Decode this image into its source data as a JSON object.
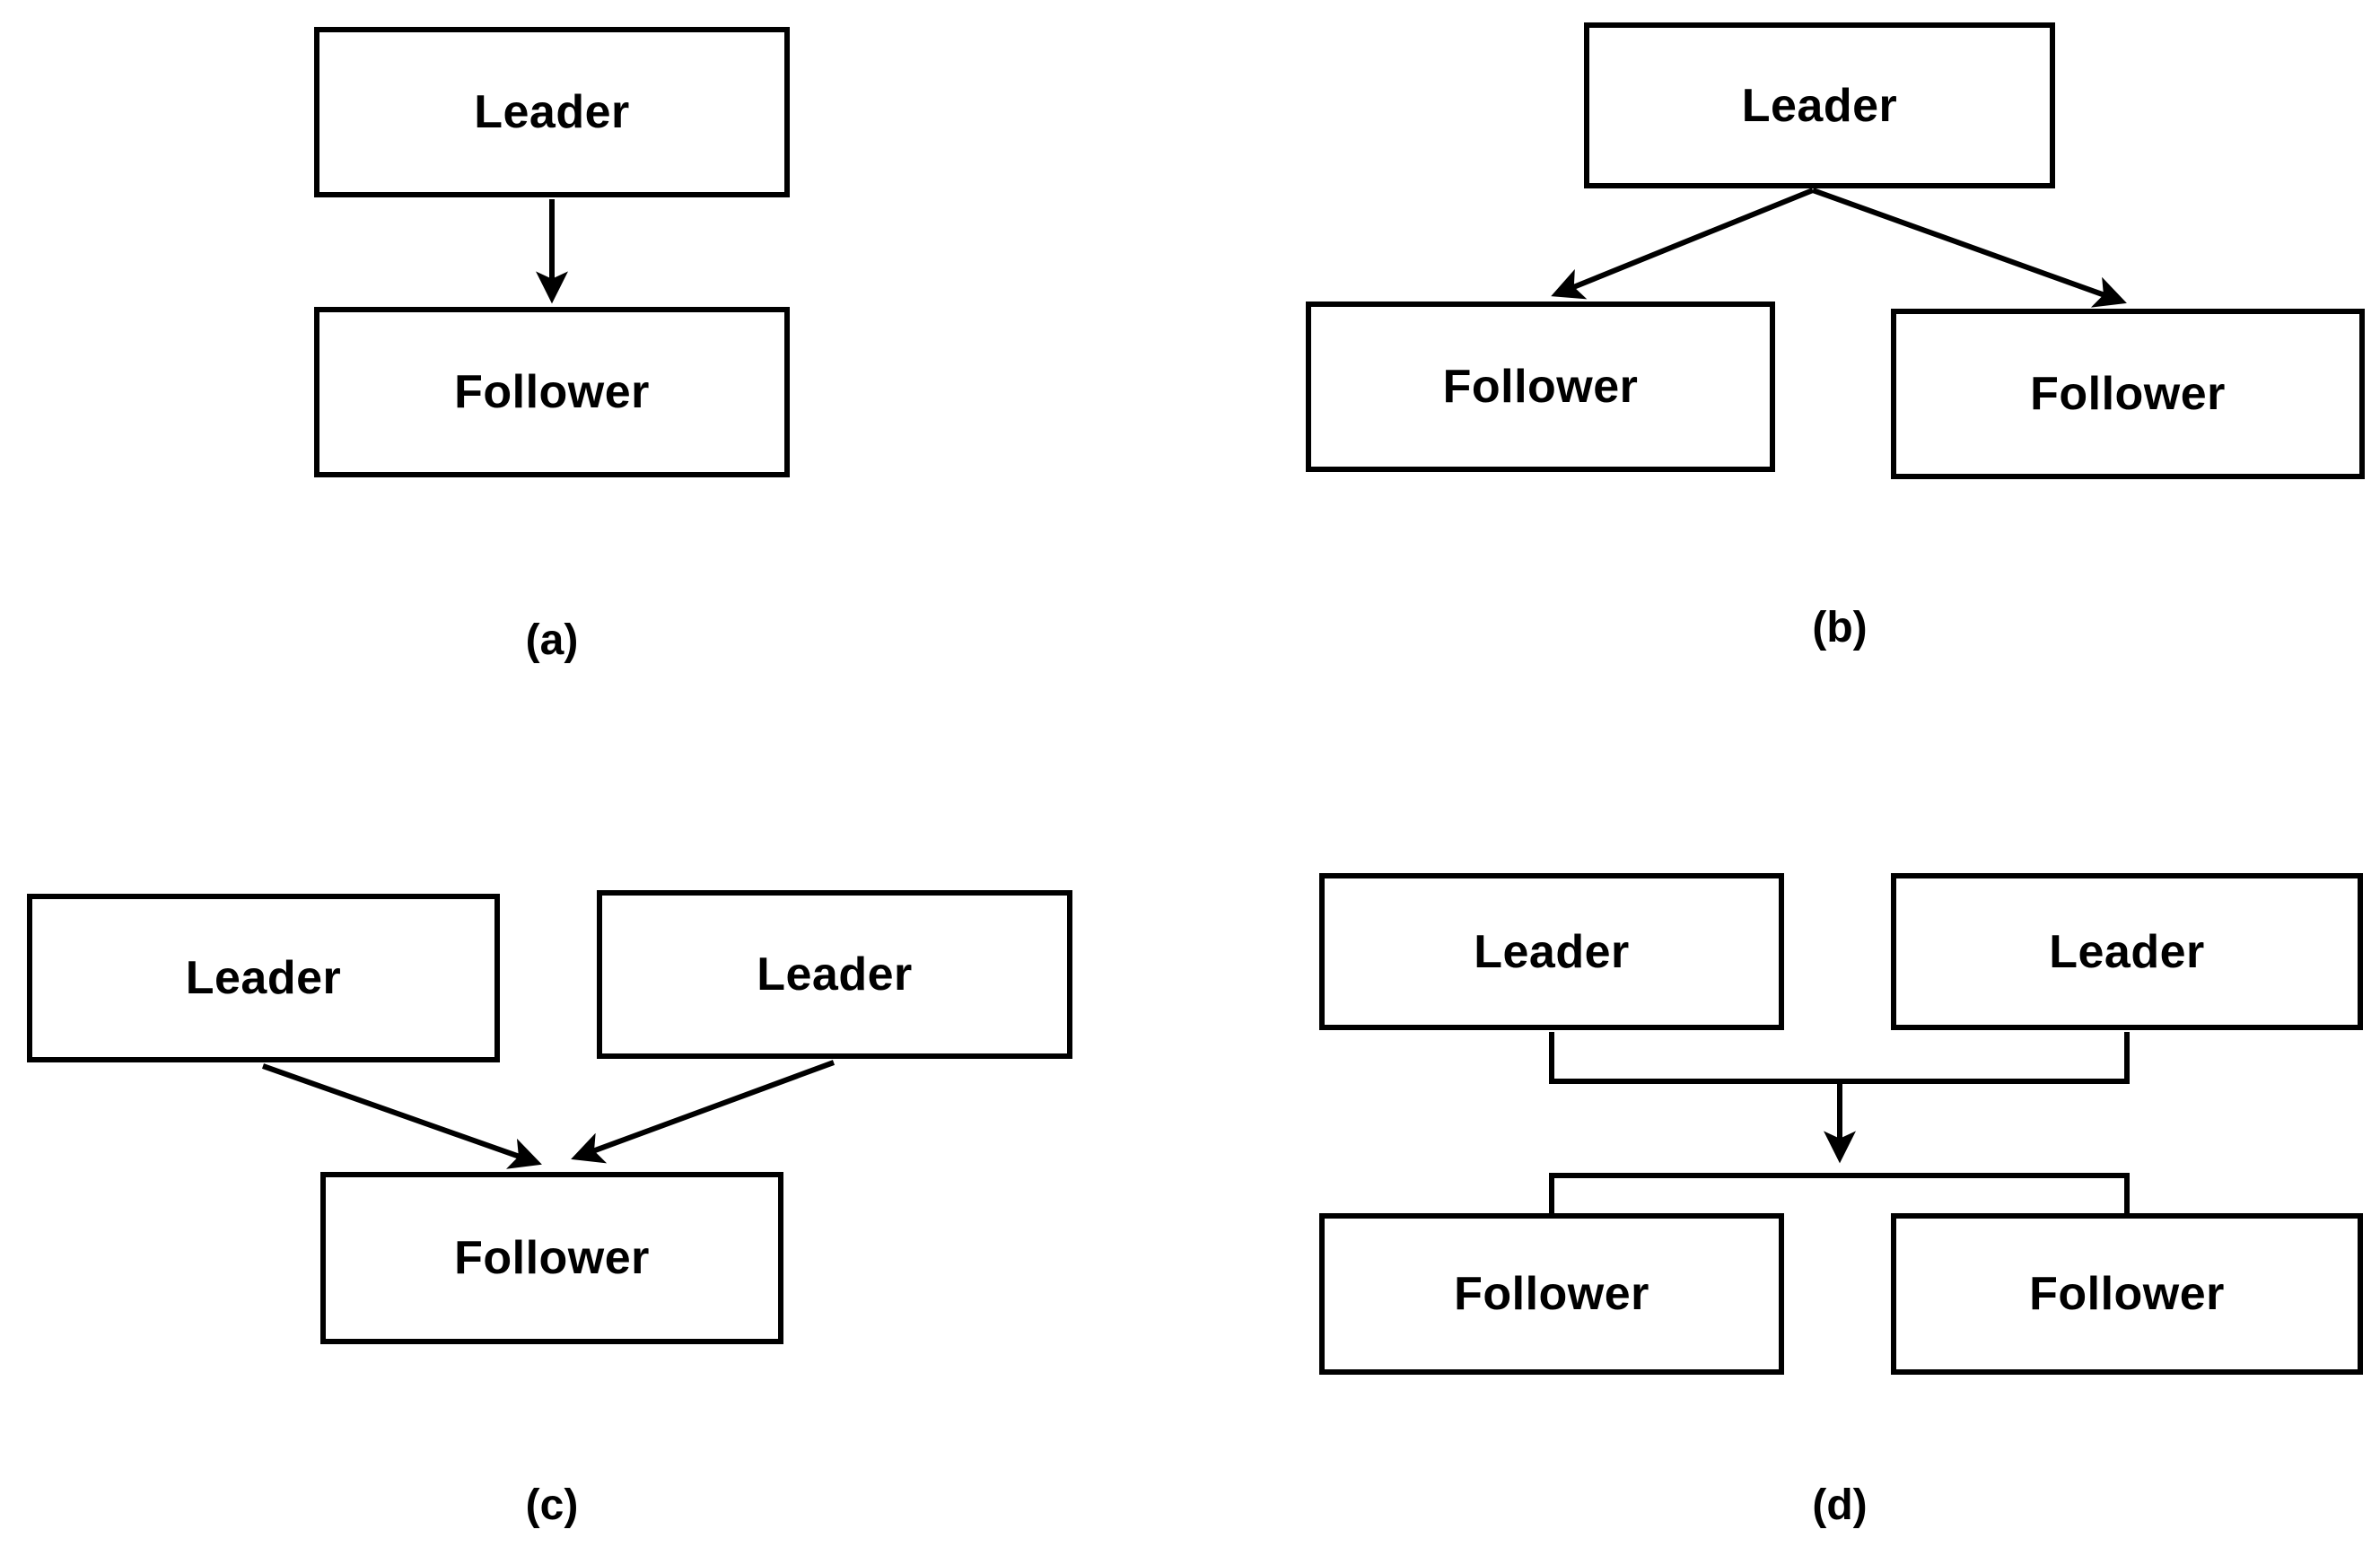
{
  "colors": {
    "background": "#ffffff",
    "stroke": "#000000",
    "text": "#000000"
  },
  "panels": {
    "a": {
      "caption": "(a)",
      "boxes": [
        {
          "role": "leader",
          "label": "Leader"
        },
        {
          "role": "follower",
          "label": "Follower"
        }
      ]
    },
    "b": {
      "caption": "(b)",
      "boxes": [
        {
          "role": "leader",
          "label": "Leader"
        },
        {
          "role": "follower",
          "label": "Follower"
        },
        {
          "role": "follower",
          "label": "Follower"
        }
      ]
    },
    "c": {
      "caption": "(c)",
      "boxes": [
        {
          "role": "leader",
          "label": "Leader"
        },
        {
          "role": "leader",
          "label": "Leader"
        },
        {
          "role": "follower",
          "label": "Follower"
        }
      ]
    },
    "d": {
      "caption": "(d)",
      "boxes": [
        {
          "role": "leader",
          "label": "Leader"
        },
        {
          "role": "leader",
          "label": "Leader"
        },
        {
          "role": "follower",
          "label": "Follower"
        },
        {
          "role": "follower",
          "label": "Follower"
        }
      ]
    }
  }
}
